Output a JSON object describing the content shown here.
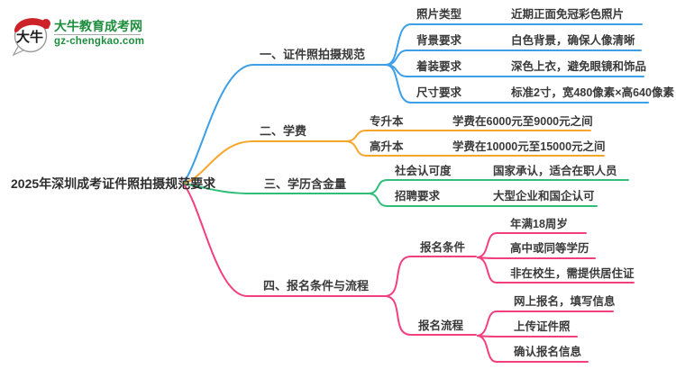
{
  "logo": {
    "mark_text": "大牛",
    "site_name": "大牛教育成考网",
    "site_url": "gz-chengkao.com",
    "brand_green": "#1e8e3e",
    "mark_red": "#cc2328"
  },
  "mindmap": {
    "root": "2025年深圳成考证件照拍摄规范要求",
    "branches": [
      {
        "label": "一、证件照拍摄规范",
        "color": "#3d9fe8",
        "children": [
          {
            "label": "照片类型",
            "value": "近期正面免冠彩色照片"
          },
          {
            "label": "背景要求",
            "value": "白色背景，确保人像清晰"
          },
          {
            "label": "着装要求",
            "value": "深色上衣，避免眼镜和饰品"
          },
          {
            "label": "尺寸要求",
            "value": "标准2寸，宽480像素×高640像素"
          }
        ]
      },
      {
        "label": "二、学费",
        "color": "#f7a62b",
        "children": [
          {
            "label": "专升本",
            "value": "学费在6000元至9000元之间"
          },
          {
            "label": "高升本",
            "value": "学费在10000元至15000元之间"
          }
        ]
      },
      {
        "label": "三、学历含金量",
        "color": "#2ebe78",
        "children": [
          {
            "label": "社会认可度",
            "value": "国家承认，适合在职人员"
          },
          {
            "label": "招聘要求",
            "value": "大型企业和国企认可"
          }
        ]
      },
      {
        "label": "四、报名条件与流程",
        "color": "#f2407f",
        "children": [
          {
            "label": "报名条件",
            "items": [
              "年满18周岁",
              "高中或同等学历",
              "非在校生，需提供居住证"
            ]
          },
          {
            "label": "报名流程",
            "items": [
              "网上报名，填写信息",
              "上传证件照",
              "确认报名信息"
            ]
          }
        ]
      }
    ]
  }
}
